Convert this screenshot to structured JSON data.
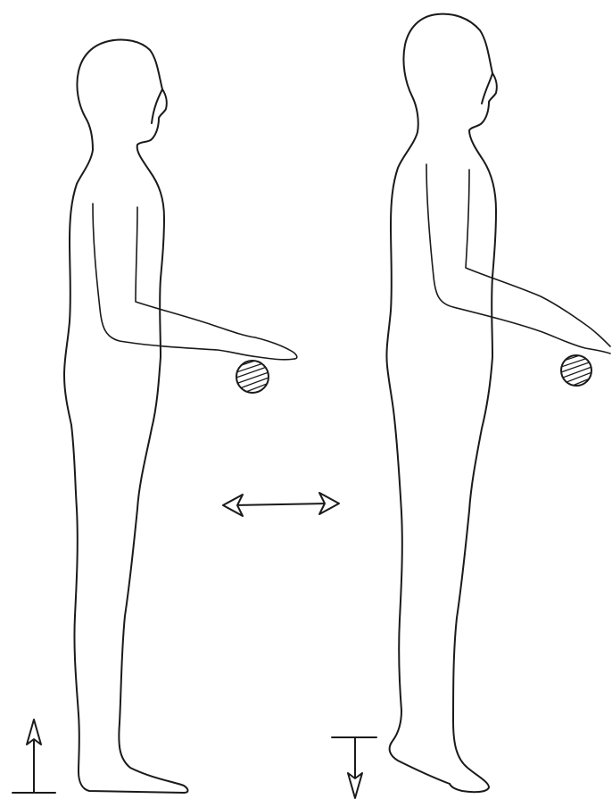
{
  "figure": {
    "panels": [
      {
        "id": "left",
        "pose": "standing-flat-feet",
        "heel_arrow": "up"
      },
      {
        "id": "right",
        "pose": "standing-on-toes",
        "heel_arrow": "down"
      }
    ],
    "transition_arrow": "double-headed-horizontal",
    "stroke_color": "#1a1a1a",
    "background": "#ffffff"
  }
}
